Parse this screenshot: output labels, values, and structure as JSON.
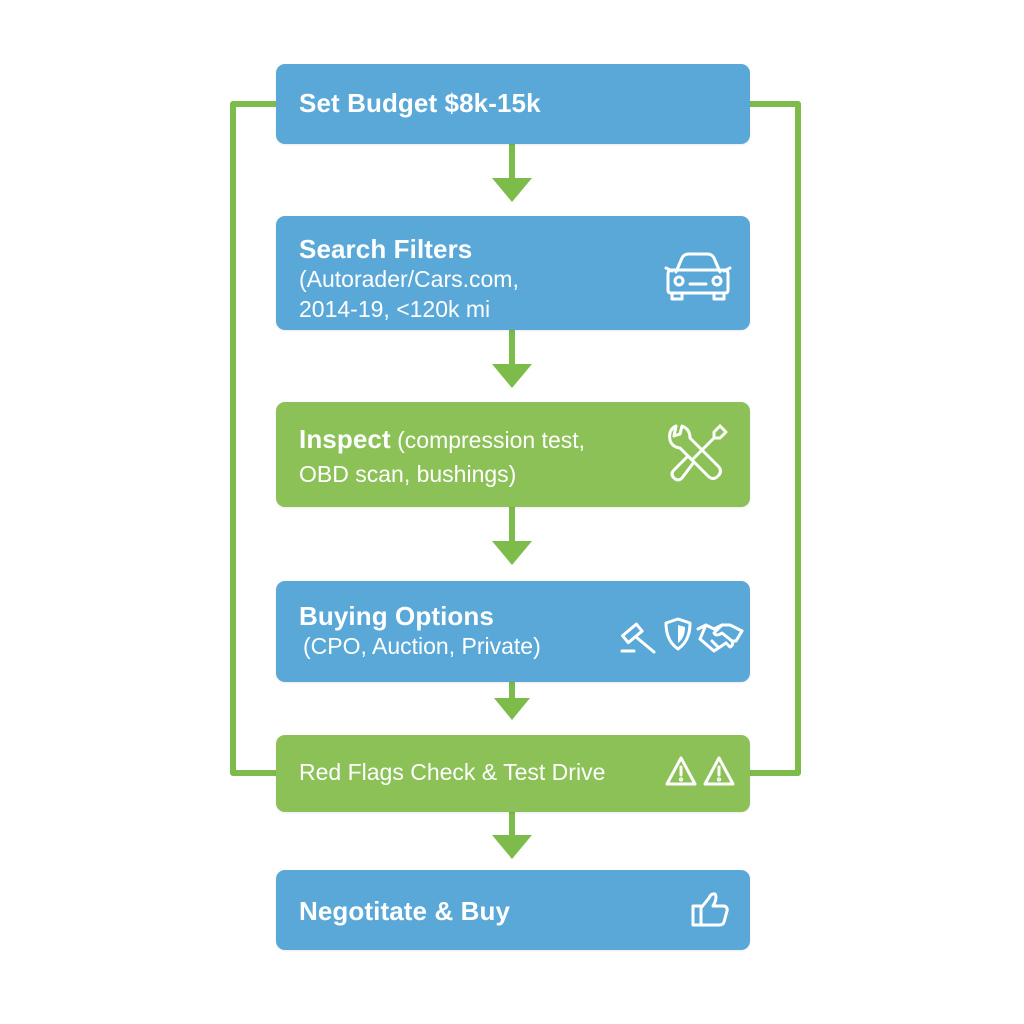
{
  "steps": [
    {
      "id": "set-budget",
      "title": "Set Budget $8k-15k",
      "icon": null
    },
    {
      "id": "search-filters",
      "title": "Search Filters",
      "details": [
        "(Autorader/Cars.com,",
        "2014-19, <120k mi"
      ],
      "icon": "car-icon"
    },
    {
      "id": "inspect",
      "title": "Inspect",
      "details_inline": " (compression test,",
      "details": [
        "OBD scan, bushings)"
      ],
      "icon": "wrench-screwdriver-icon"
    },
    {
      "id": "buying-options",
      "title": "Buying Options",
      "details": [
        "(CPO, Auction, Private)"
      ],
      "icons": [
        "gavel-icon",
        "shield-icon",
        "handshake-icon"
      ]
    },
    {
      "id": "red-flags",
      "title": "Red Flags Check & Test Drive",
      "icons": [
        "warning-icon",
        "warning-icon"
      ]
    },
    {
      "id": "negotiate-buy",
      "title": "Negotitate & Buy",
      "icon": "thumbs-up-icon"
    }
  ],
  "colors": {
    "blue_box": "#5aa8d8",
    "green_box": "#8bc157",
    "connector": "#7dbb4a",
    "text": "#ffffff"
  }
}
